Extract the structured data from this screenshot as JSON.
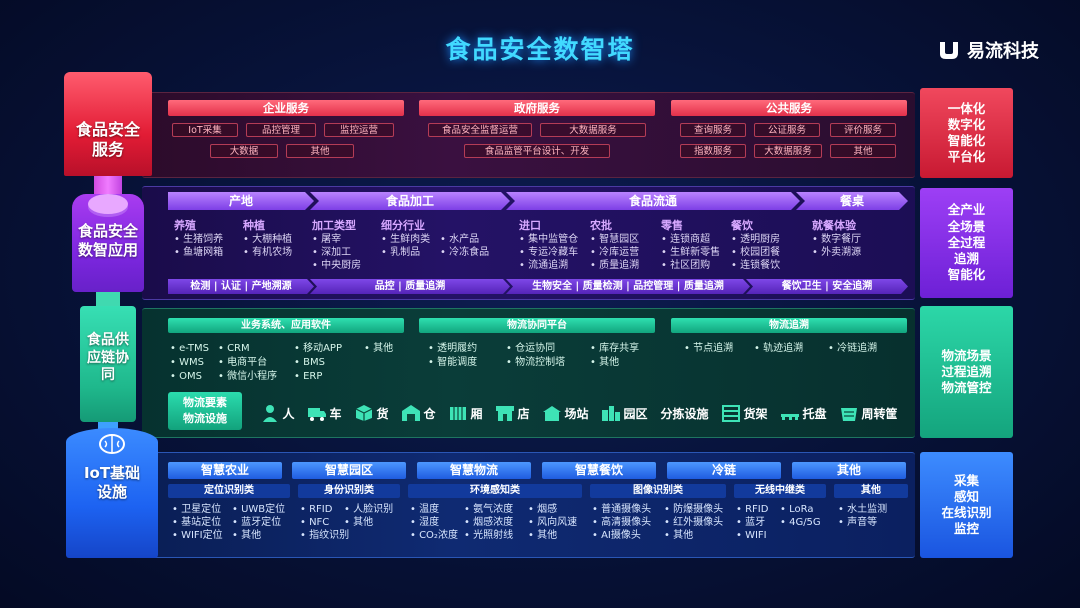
{
  "title": "食品安全数智塔",
  "logo": {
    "text": "易流科技"
  },
  "tower": {
    "layer1": "食品安全服务",
    "layer2": "食品安全数智应用",
    "layer3": "食品供应链协同",
    "layer4": "IoT基础设施"
  },
  "right_labels": {
    "r1": "一体化\n数字化\n智能化\n平台化",
    "r2": "全产业\n全场景\n全过程\n追溯\n智能化",
    "r3": "物流场景\n过程追溯\n物流管控",
    "r4": "采集\n感知\n在线识别\n监控"
  },
  "services": {
    "enterprise": {
      "title": "企业服务",
      "items": [
        "IoT采集",
        "品控管理",
        "监控运营",
        "大数据",
        "其他"
      ]
    },
    "government": {
      "title": "政府服务",
      "items": [
        "食品安全监督运营",
        "大数据服务",
        "食品监管平台设计、开发"
      ]
    },
    "public": {
      "title": "公共服务",
      "items": [
        "查询服务",
        "公证服务",
        "评价服务",
        "指数服务",
        "大数据服务",
        "其他"
      ]
    }
  },
  "stages": [
    "产地",
    "食品加工",
    "食品流通",
    "餐桌"
  ],
  "apps": {
    "cols": [
      {
        "title": "养殖",
        "items": [
          "生猪饲养",
          "鱼塘网箱"
        ]
      },
      {
        "title": "种植",
        "items": [
          "大棚种植",
          "有机农场"
        ]
      },
      {
        "title": "加工类型",
        "items": [
          "屠宰",
          "深加工",
          "中央厨房"
        ]
      },
      {
        "title": "细分行业",
        "items": [
          "生鲜肉类",
          "乳制品"
        ]
      },
      {
        "title": "",
        "items": [
          "水产品",
          "冷冻食品"
        ]
      },
      {
        "title": "进口",
        "items": [
          "集中监管仓",
          "专运冷藏车",
          "流通追溯"
        ]
      },
      {
        "title": "农批",
        "items": [
          "智慧园区",
          "冷库运营",
          "质量追溯"
        ]
      },
      {
        "title": "零售",
        "items": [
          "连锁商超",
          "生鲜新零售",
          "社区团购"
        ]
      },
      {
        "title": "餐饮",
        "items": [
          "透明厨房",
          "校园团餐",
          "连锁餐饮"
        ]
      },
      {
        "title": "就餐体验",
        "items": [
          "数字餐厅",
          "外卖溯源"
        ]
      }
    ],
    "footers": [
      "检测 | 认证 | 产地溯源",
      "品控 | 质量追溯",
      "生物安全 | 质量检测 | 品控管理 | 质量追溯",
      "餐饮卫生 | 安全追溯"
    ]
  },
  "supply": {
    "headers": [
      "业务系统、应用软件",
      "物流协同平台",
      "物流追溯"
    ],
    "software": [
      "e-TMS",
      "WMS",
      "OMS",
      "CRM",
      "电商平台",
      "微信小程序",
      "移动APP",
      "BMS",
      "ERP",
      "其他"
    ],
    "platform": [
      "透明履约",
      "智能调度",
      "仓运协同",
      "物流控制塔",
      "库存共享",
      "其他"
    ],
    "trace": [
      "节点追溯",
      "轨迹追溯",
      "冷链追溯"
    ],
    "elements_label": "物流要素物流设施",
    "elements": [
      "人",
      "车",
      "货",
      "仓",
      "厢",
      "店",
      "场站",
      "园区",
      "分拣设施",
      "货架",
      "托盘",
      "周转筐"
    ]
  },
  "iot": {
    "headers": [
      "智慧农业",
      "智慧园区",
      "智慧物流",
      "智慧餐饮",
      "冷链",
      "其他"
    ],
    "subs": [
      "定位识别类",
      "身份识别类",
      "环境感知类",
      "图像识别类",
      "无线中继类",
      "其他"
    ],
    "g1": [
      "卫星定位",
      "基站定位",
      "WIFI定位",
      "UWB定位",
      "蓝牙定位",
      "其他"
    ],
    "g2": [
      "RFID",
      "NFC",
      "指纹识别",
      "人脸识别",
      "其他"
    ],
    "g3": [
      "温度",
      "湿度",
      "CO₂浓度",
      "氨气浓度",
      "烟感浓度",
      "光照射线",
      "烟感",
      "风向风速",
      "其他"
    ],
    "g4": [
      "普通摄像头",
      "高清摄像头",
      "AI摄像头",
      "防爆摄像头",
      "红外摄像头",
      "其他"
    ],
    "g5": [
      "RFID",
      "蓝牙",
      "WIFI",
      "LoRa",
      "4G/5G"
    ],
    "g6": [
      "水土监测",
      "声音等"
    ]
  }
}
